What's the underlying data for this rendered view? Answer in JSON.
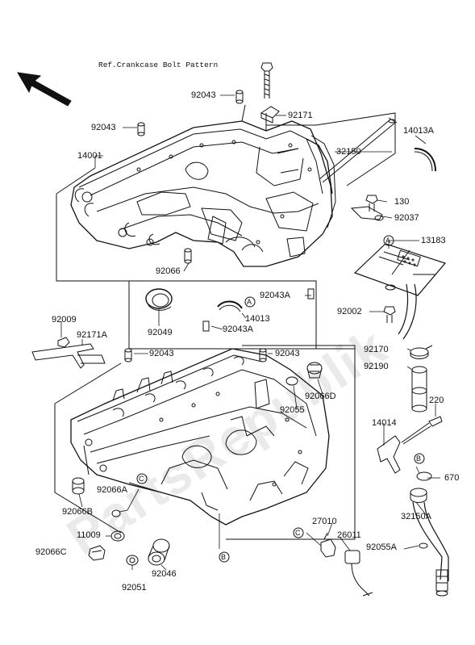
{
  "reference_note": "Ref.Crankcase Bolt Pattern",
  "watermark": "PartsRepublik",
  "parts": {
    "p92043_top": "92043",
    "p92171": "92171",
    "p92043_left": "92043",
    "p14001": "14001",
    "p32150": "32150",
    "p14013A": "14013A",
    "p130": "130",
    "p92037": "92037",
    "p13183": "13183",
    "p92066_mid": "92066",
    "p92043A_mid": "92043A",
    "p14013": "14013",
    "p92049": "92049",
    "p92043A_low": "92043A",
    "p92002": "92002",
    "p92009": "92009",
    "p92171A": "92171A",
    "p92043_l2": "92043",
    "p92043_r2": "92043",
    "p92170": "92170",
    "p92190": "92190",
    "p92066D": "92066D",
    "p92055": "92055",
    "p220": "220",
    "p14014": "14014",
    "p670": "670",
    "p92066A": "92066A",
    "p92066B": "92066B",
    "p32150A": "32150A",
    "p27010": "27010",
    "p26011": "26011",
    "p11009": "11009",
    "p92066C": "92066C",
    "p92055A": "92055A",
    "p92046": "92046",
    "p92051": "92051"
  },
  "markers": {
    "A_top": "A",
    "A_mid": "A",
    "B_right": "B",
    "B_bottom": "B",
    "C_mid": "C",
    "C_bottom": "C"
  },
  "icons": {
    "direction_arrow": "front-direction-arrow-icon"
  }
}
